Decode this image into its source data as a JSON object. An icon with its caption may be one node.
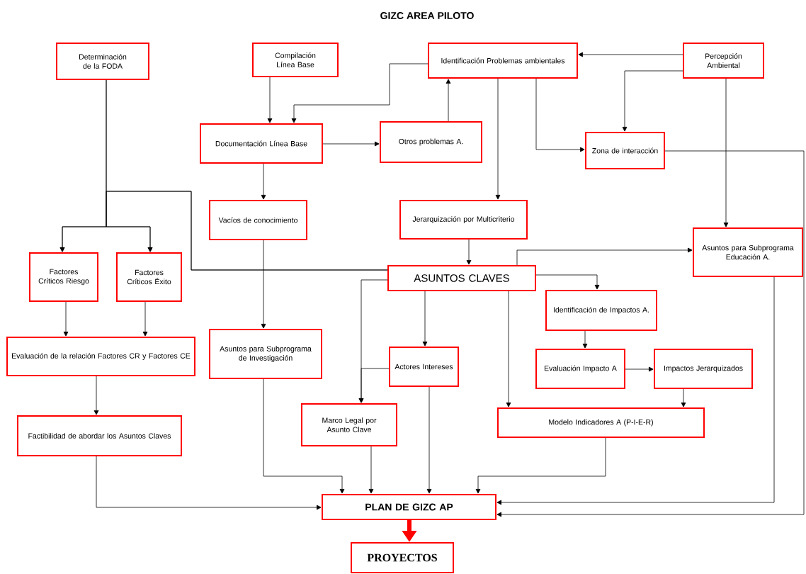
{
  "diagram": {
    "title": "GIZC AREA PILOTO",
    "nodes": [
      {
        "text": [
          "Determinación de la FODA"
        ]
      },
      {
        "text": [
          "Compilación Línea Base"
        ]
      },
      {
        "text": [
          "Identificación Problemas ambientales"
        ]
      },
      {
        "text": [
          "Percepción Ambiental"
        ]
      },
      {
        "text": [
          "Documentación Línea Base"
        ]
      },
      {
        "text": [
          "Otros problemas A."
        ]
      },
      {
        "text": [
          "Zona de interacción"
        ]
      },
      {
        "text": [
          "Vacíos de conocimiento"
        ]
      },
      {
        "text": [
          "Jerarquización por Multicriterio"
        ]
      },
      {
        "text": [
          "Factores Críticos Riesgo"
        ]
      },
      {
        "text": [
          "Factores Críticos Éxito"
        ]
      },
      {
        "text": [
          "ASUNTOS CLAVES"
        ]
      },
      {
        "text": [
          "Asuntos para Subprograma Educación A."
        ]
      },
      {
        "text": [
          "Identificación de Impactos A."
        ]
      },
      {
        "text": [
          "Evaluación de la relación Factores CR y Factores CE"
        ]
      },
      {
        "text": [
          "Asuntos para Subprograma de Investigación"
        ]
      },
      {
        "text": [
          "Actores Intereses"
        ]
      },
      {
        "text": [
          "Evaluación Impacto A"
        ]
      },
      {
        "text": [
          "Impactos Jerarquizados"
        ]
      },
      {
        "text": [
          "Marco Legal por Asunto Clave"
        ]
      },
      {
        "text": [
          "Modelo Indicadores A (P-I-E-R)"
        ]
      },
      {
        "text": [
          "Factibilidad de abordar los Asuntos Claves"
        ]
      },
      {
        "text": [
          "PLAN DE GIZC AP"
        ]
      },
      {
        "text": [
          "PROYECTOS"
        ]
      }
    ],
    "edges": [
      {
        "from": 0,
        "to": 9,
        "arrow": "to"
      },
      {
        "from": 0,
        "to": 10,
        "arrow": "to"
      },
      {
        "from": 11,
        "to": 9,
        "arrow": "to"
      },
      {
        "from": 11,
        "to": 10,
        "arrow": "to"
      },
      {
        "from": 1,
        "to": 4,
        "arrow": "to"
      },
      {
        "from": 2,
        "to": 4,
        "arrow": "to"
      },
      {
        "from": 4,
        "to": 5,
        "arrow": "to"
      },
      {
        "from": 5,
        "to": 2,
        "arrow": "to"
      },
      {
        "from": 3,
        "to": 2,
        "arrow": "to"
      },
      {
        "from": 3,
        "to": 6,
        "arrow": "to"
      },
      {
        "from": 2,
        "to": 6,
        "arrow": "to"
      },
      {
        "from": 2,
        "to": 8,
        "arrow": "to"
      },
      {
        "from": 3,
        "to": 12,
        "arrow": "to"
      },
      {
        "from": 4,
        "to": 7,
        "arrow": "to"
      },
      {
        "from": 8,
        "to": 11,
        "arrow": "to"
      },
      {
        "from": 11,
        "to": 12,
        "arrow": "to"
      },
      {
        "from": 11,
        "to": 13,
        "arrow": "to"
      },
      {
        "from": 11,
        "to": 16,
        "arrow": "to"
      },
      {
        "from": 11,
        "to": 20,
        "arrow": "to"
      },
      {
        "from": 11,
        "to": 19,
        "arrow": "to"
      },
      {
        "from": 16,
        "to": 19,
        "arrow": "to"
      },
      {
        "from": 7,
        "to": 15,
        "arrow": "to"
      },
      {
        "from": 9,
        "to": 14,
        "arrow": "to"
      },
      {
        "from": 10,
        "to": 14,
        "arrow": "to"
      },
      {
        "from": 14,
        "to": 21,
        "arrow": "to"
      },
      {
        "from": 13,
        "to": 17,
        "arrow": "to"
      },
      {
        "from": 17,
        "to": 18,
        "arrow": "to"
      },
      {
        "from": 18,
        "to": 20,
        "arrow": "to"
      },
      {
        "from": 15,
        "to": 22,
        "arrow": "to"
      },
      {
        "from": 19,
        "to": 22,
        "arrow": "to"
      },
      {
        "from": 16,
        "to": 22,
        "arrow": "to"
      },
      {
        "from": 20,
        "to": 22,
        "arrow": "to"
      },
      {
        "from": 21,
        "to": 22,
        "arrow": "to"
      },
      {
        "from": 12,
        "to": 22,
        "arrow": "to"
      },
      {
        "from": 6,
        "to": 22,
        "arrow": "to"
      },
      {
        "from": 22,
        "to": 23,
        "arrow": "to",
        "style": "thick",
        "color": "#ff0000"
      }
    ]
  }
}
